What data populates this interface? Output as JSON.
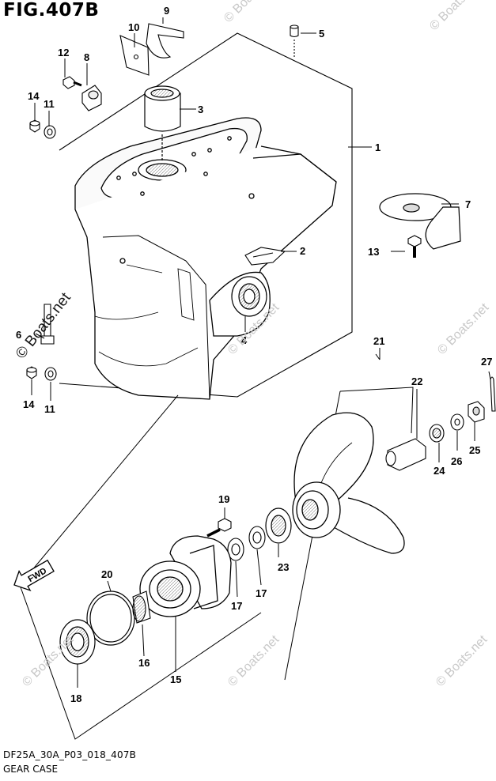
{
  "figure": {
    "title": "FIG.407B",
    "code": "DF25A_30A_P03_018_407B",
    "name": "GEAR CASE",
    "direction_label": "FWD"
  },
  "watermark": {
    "main": "© Boats.net",
    "faint": "© Boats.net"
  },
  "callouts": [
    {
      "id": "c1",
      "label": "1"
    },
    {
      "id": "c2",
      "label": "2"
    },
    {
      "id": "c3",
      "label": "3"
    },
    {
      "id": "c4",
      "label": "4"
    },
    {
      "id": "c5",
      "label": "5"
    },
    {
      "id": "c6",
      "label": "6"
    },
    {
      "id": "c7",
      "label": "7"
    },
    {
      "id": "c8",
      "label": "8"
    },
    {
      "id": "c9",
      "label": "9"
    },
    {
      "id": "c10",
      "label": "10"
    },
    {
      "id": "c11a",
      "label": "11"
    },
    {
      "id": "c11b",
      "label": "11"
    },
    {
      "id": "c12",
      "label": "12"
    },
    {
      "id": "c13",
      "label": "13"
    },
    {
      "id": "c14a",
      "label": "14"
    },
    {
      "id": "c14b",
      "label": "14"
    },
    {
      "id": "c15",
      "label": "15"
    },
    {
      "id": "c16",
      "label": "16"
    },
    {
      "id": "c17a",
      "label": "17"
    },
    {
      "id": "c17b",
      "label": "17"
    },
    {
      "id": "c18",
      "label": "18"
    },
    {
      "id": "c19",
      "label": "19"
    },
    {
      "id": "c20",
      "label": "20"
    },
    {
      "id": "c21",
      "label": "21"
    },
    {
      "id": "c22",
      "label": "22"
    },
    {
      "id": "c23",
      "label": "23"
    },
    {
      "id": "c24",
      "label": "24"
    },
    {
      "id": "c25",
      "label": "25"
    },
    {
      "id": "c26",
      "label": "26"
    },
    {
      "id": "c27",
      "label": "27"
    }
  ]
}
